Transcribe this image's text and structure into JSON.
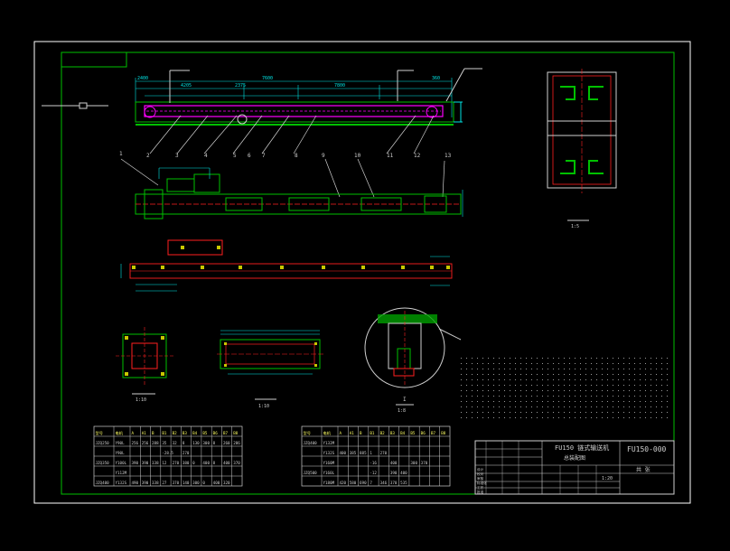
{
  "drawing": {
    "code": "FU150-000",
    "title_small": "FU150 链式输送机",
    "subtitle": "总装配图",
    "scale_main": "1:5",
    "scale_section": "1:8",
    "scale_left": "1:10",
    "scale_right": "1:10"
  },
  "callouts": [
    "1",
    "2",
    "3",
    "4",
    "5",
    "6",
    "7",
    "8",
    "9",
    "10",
    "11",
    "12",
    "13"
  ],
  "dims_top": [
    "2400",
    "4205",
    "7600",
    "2375",
    "7800",
    "360"
  ],
  "section_label": "I",
  "colors": {
    "background": "#000000",
    "frame": "#00c000",
    "outer_frame": "#ffffff",
    "chain": "#ff00ff",
    "dimension": "#00e5e5",
    "red_line": "#ff2020"
  },
  "table_left": {
    "header": [
      "型号",
      "电机",
      "A",
      "A1",
      "B",
      "B1",
      "B2",
      "B3",
      "B4",
      "B5",
      "B6",
      "B7",
      "B8"
    ],
    "rows": [
      [
        "JZQ250",
        "Y90L",
        "256",
        "256",
        "288",
        "35",
        "32",
        "8",
        "130",
        "300",
        "8",
        "260",
        "286"
      ],
      [
        "",
        "Y90L",
        "",
        "",
        "",
        "-28.5",
        "",
        "270",
        "",
        "",
        "",
        "",
        ""
      ],
      [
        "JZQ350",
        "Y100L",
        "390",
        "390",
        "338",
        "12",
        "270",
        "380",
        "0",
        "400",
        "8",
        "400",
        "370"
      ],
      [
        "",
        "Y112M",
        "",
        "",
        "",
        "",
        "",
        "",
        "",
        "",
        "",
        "",
        ""
      ],
      [
        "JZQ400",
        "Y132S",
        "490",
        "390",
        "338",
        "27",
        "370",
        "140",
        "300",
        "0",
        "400",
        "320",
        ""
      ]
    ]
  },
  "table_right": {
    "header": [
      "型号",
      "电机",
      "A",
      "A1",
      "B",
      "B1",
      "B2",
      "B3",
      "B4",
      "B5",
      "B6",
      "B7",
      "B8"
    ],
    "rows": [
      [
        "JZQ400",
        "Y132M",
        "",
        "",
        "",
        "",
        "",
        "",
        "",
        "",
        "",
        "",
        ""
      ],
      [
        "",
        "Y132S",
        "400",
        "385",
        "885",
        "1",
        "270",
        "",
        "",
        "",
        "",
        "",
        ""
      ],
      [
        "",
        "Y160M",
        "",
        "",
        "",
        "-16",
        "",
        "400",
        "",
        "300",
        "370",
        "",
        ""
      ],
      [
        "JZQ500",
        "Y160L",
        "",
        "",
        "",
        "-12",
        "",
        "390",
        "400",
        "",
        "",
        "",
        ""
      ],
      [
        "",
        "Y180M",
        "420",
        "580",
        "690",
        "7",
        "346",
        "370",
        "535",
        "",
        "",
        "",
        ""
      ]
    ]
  },
  "title_block": {
    "rows": [
      "设计",
      "校对",
      "审核",
      "标准化",
      "工艺",
      "批准"
    ],
    "scale_text": "1:20",
    "sheet": "共 张"
  }
}
